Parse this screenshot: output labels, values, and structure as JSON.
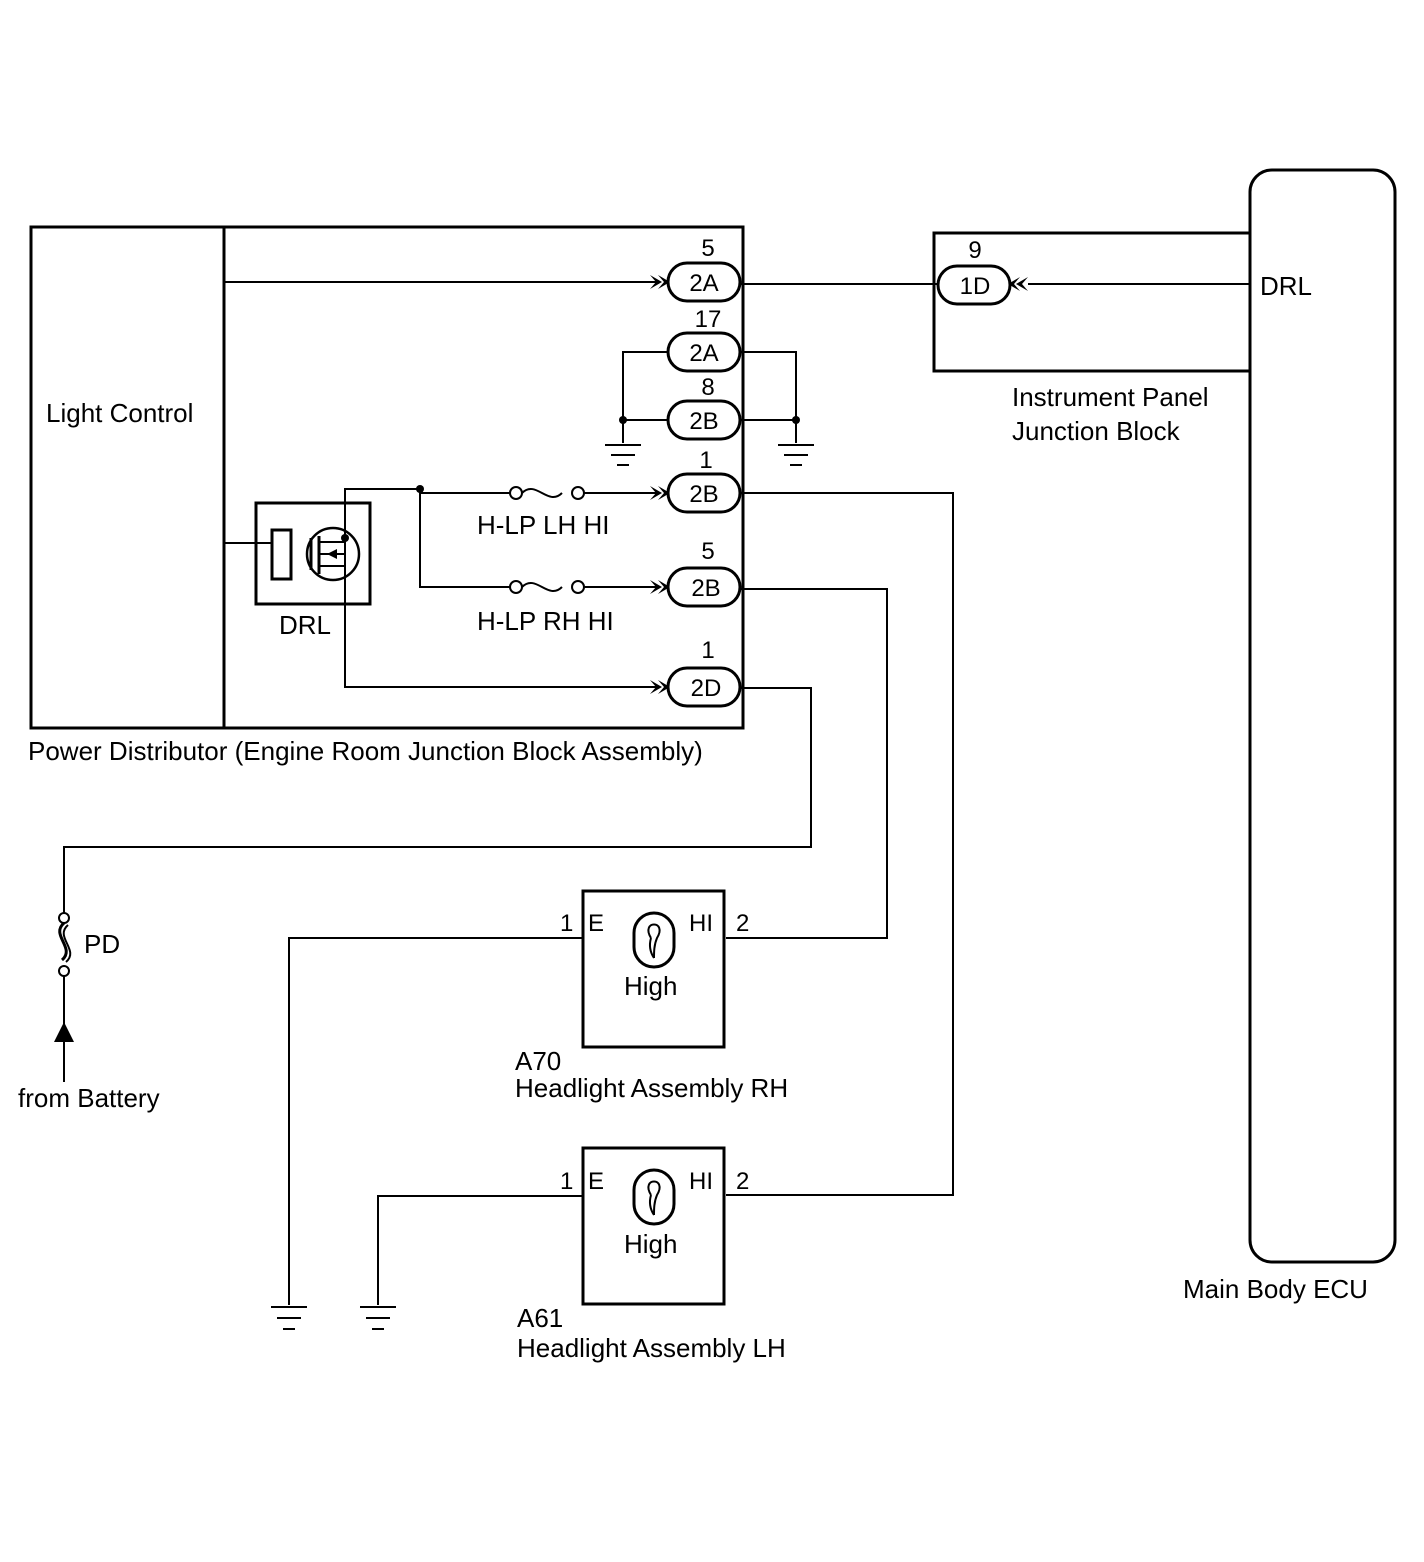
{
  "colors": {
    "line": "#000000",
    "background": "#ffffff"
  },
  "components": {
    "light_control": "Light Control",
    "power_distributor": "Power Distributor (Engine Room Junction Block Assembly)",
    "drl_relay": "DRL",
    "instrument_panel_jb_line1": "Instrument Panel",
    "instrument_panel_jb_line2": "Junction Block",
    "main_body_ecu": "Main Body ECU",
    "ecu_drl_terminal": "DRL",
    "fuse_lh": "H-LP LH HI",
    "fuse_rh": "H-LP RH HI",
    "fuse_pd": "PD",
    "from_battery": "from Battery",
    "headlight_rh_code": "A70",
    "headlight_rh_name": "Headlight Assembly RH",
    "headlight_lh_code": "A61",
    "headlight_lh_name": "Headlight Assembly LH",
    "bulb_label": "High",
    "terminal_e": "E",
    "terminal_hi": "HI"
  },
  "connectors": [
    {
      "pin": "5",
      "name": "2A"
    },
    {
      "pin": "17",
      "name": "2A"
    },
    {
      "pin": "8",
      "name": "2B"
    },
    {
      "pin": "1",
      "name": "2B"
    },
    {
      "pin": "5",
      "name": "2B"
    },
    {
      "pin": "1",
      "name": "2D"
    },
    {
      "pin": "9",
      "name": "1D"
    }
  ],
  "headlight_pins": {
    "e_pin": "1",
    "hi_pin": "2"
  }
}
